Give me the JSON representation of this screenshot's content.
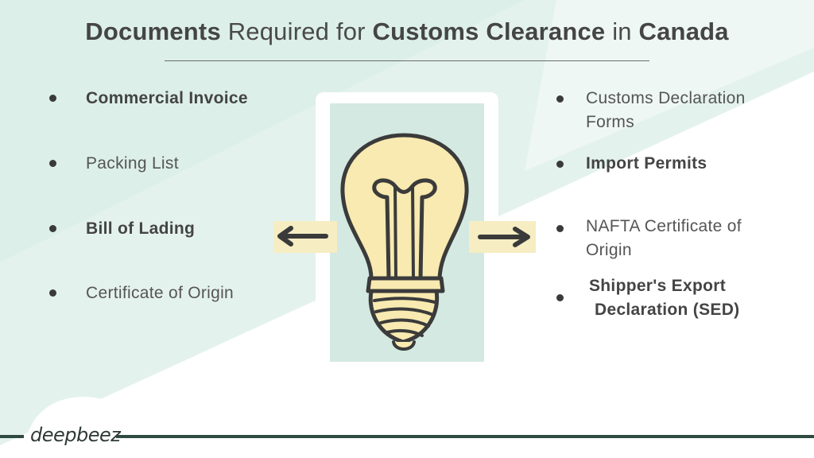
{
  "title": {
    "part1": "Documents",
    "part2": " Required for ",
    "part3": "Customs Clearance",
    "part4": " in ",
    "part5": "Canada"
  },
  "left_list": [
    {
      "label": "Commercial Invoice"
    },
    {
      "label": "Packing List"
    },
    {
      "label": "Bill of Lading"
    },
    {
      "label": "Certificate of Origin"
    }
  ],
  "right_list": [
    {
      "line1": "Customs Declaration",
      "line2": "Forms"
    },
    {
      "line1": "Import Permits",
      "line2": ""
    },
    {
      "line1": "NAFTA Certificate of",
      "line2": "Origin"
    },
    {
      "line1": "Shipper's Export",
      "line2": "Declaration (SED)"
    }
  ],
  "brand": {
    "logo_text": "deepbeez"
  },
  "colors": {
    "bg_mint": "#e3f1ec",
    "card_mint": "#d3e9e1",
    "sticky_yellow": "#f6edc3",
    "bulb_fill": "#f8eab0",
    "ink": "#3a3a3a",
    "footer_line": "#2f4a40"
  },
  "icons": {
    "bullet": "bullet-dot-icon",
    "center_image": "lightbulb-icon",
    "left_arrow": "arrow-left-icon",
    "right_arrow": "arrow-right-icon"
  }
}
